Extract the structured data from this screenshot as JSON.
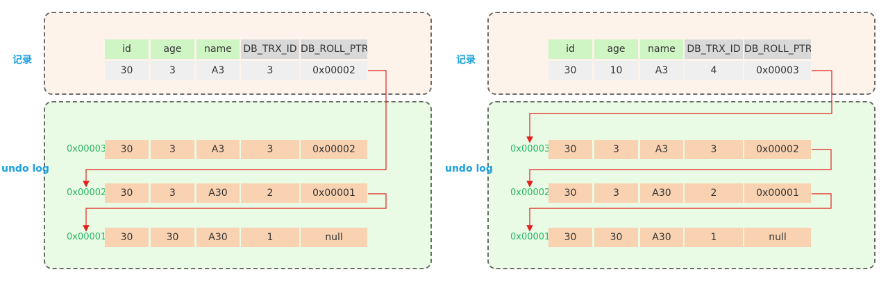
{
  "labels": {
    "record": "记录",
    "undo_log": "undo log"
  },
  "columns": [
    "id",
    "age",
    "name",
    "DB_TRX_ID",
    "DB_ROLL_PTR"
  ],
  "colors": {
    "header_green": "#cff5c4",
    "header_gray": "#d9d9d9",
    "record_row": "#efefef",
    "undo_row": "#f9d2b1",
    "record_box": "#fdf3ea",
    "undo_box": "#e9fbe4",
    "arrow": "#e0201b",
    "label": "#1aa0e0",
    "address": "#28b463"
  },
  "panels": [
    {
      "record": {
        "values": [
          "30",
          "3",
          "A3",
          "3",
          "0x00002"
        ]
      },
      "undo_rows": [
        {
          "address": "0x00003",
          "values": [
            "30",
            "3",
            "A3",
            "3",
            "0x00002"
          ]
        },
        {
          "address": "0x00002",
          "values": [
            "30",
            "3",
            "A30",
            "2",
            "0x00001"
          ]
        },
        {
          "address": "0x00001",
          "values": [
            "30",
            "30",
            "A30",
            "1",
            "null"
          ]
        }
      ]
    },
    {
      "record": {
        "values": [
          "30",
          "10",
          "A3",
          "4",
          "0x00003"
        ]
      },
      "undo_rows": [
        {
          "address": "0x00003",
          "values": [
            "30",
            "3",
            "A3",
            "3",
            "0x00002"
          ]
        },
        {
          "address": "0x00002",
          "values": [
            "30",
            "3",
            "A30",
            "2",
            "0x00001"
          ]
        },
        {
          "address": "0x00001",
          "values": [
            "30",
            "30",
            "A30",
            "1",
            "null"
          ]
        }
      ]
    }
  ]
}
